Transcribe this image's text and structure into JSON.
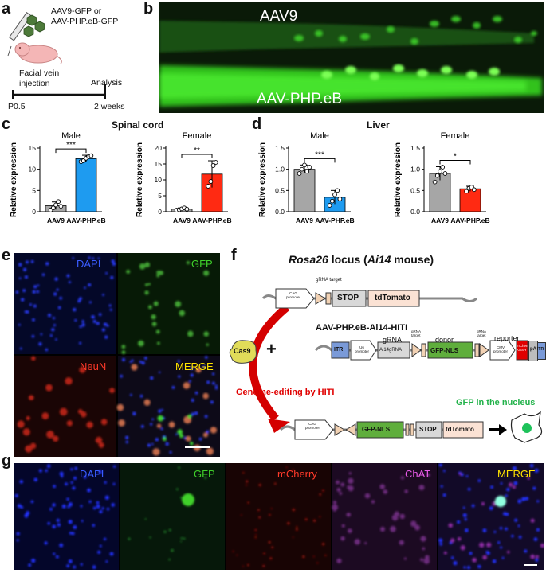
{
  "panels": {
    "a": "a",
    "b": "b",
    "c": "c",
    "d": "d",
    "e": "e",
    "f": "f",
    "g": "g"
  },
  "panel_a": {
    "vectors_line1": "AAV9-GFP or",
    "vectors_line2": "AAV-PHP.eB-GFP",
    "injection_line1": "Facial vein",
    "injection_line2": "injection",
    "analysis": "Analysis",
    "time_start": "P0.5",
    "time_end": "2 weeks"
  },
  "panel_b": {
    "top_label": "AAV9",
    "bottom_label": "AAV-PHP.eB"
  },
  "panel_c_title": "Spinal cord",
  "panel_d_title": "Liver",
  "chart_data": [
    {
      "type": "bar",
      "panel": "c",
      "title": "Male",
      "ylabel": "Relative expression",
      "categories": [
        "AAV9",
        "AAV-PHP.eB"
      ],
      "values": [
        1.4,
        12.5
      ],
      "errors": [
        0.9,
        0.8
      ],
      "ylim": [
        0,
        15
      ],
      "yticks": [
        0,
        5,
        10,
        15
      ],
      "colors": [
        "#a6a6a6",
        "#1e9bf0"
      ],
      "points": [
        [
          0.4,
          0.9,
          1.6,
          2.4,
          1.3
        ],
        [
          11.8,
          12.0,
          12.6,
          13.0,
          13.2
        ]
      ],
      "significance": "***"
    },
    {
      "type": "bar",
      "panel": "c",
      "title": "Female",
      "ylabel": "Relative expression",
      "categories": [
        "AAV9",
        "AAV-PHP.eB"
      ],
      "values": [
        0.8,
        11.8
      ],
      "errors": [
        0.4,
        4.2
      ],
      "ylim": [
        0,
        20
      ],
      "yticks": [
        0,
        5,
        10,
        15,
        20
      ],
      "colors": [
        "#a6a6a6",
        "#ff2a12"
      ],
      "points": [
        [
          0.5,
          0.6,
          0.9,
          1.2,
          0.8
        ],
        [
          8.0,
          9.5,
          14.5,
          15.5
        ]
      ],
      "significance": "**"
    },
    {
      "type": "bar",
      "panel": "d",
      "title": "Male",
      "ylabel": "Relative expression",
      "categories": [
        "AAV9",
        "AAV-PHP.eB"
      ],
      "values": [
        1.0,
        0.34
      ],
      "errors": [
        0.1,
        0.16
      ],
      "ylim": [
        0,
        1.5
      ],
      "yticks": [
        0.0,
        0.5,
        1.0,
        1.5
      ],
      "colors": [
        "#a6a6a6",
        "#1e9bf0"
      ],
      "points": [
        [
          0.9,
          1.0,
          1.1,
          0.95,
          1.05
        ],
        [
          0.15,
          0.25,
          0.4,
          0.5,
          0.3
        ]
      ],
      "significance": "***"
    },
    {
      "type": "bar",
      "panel": "d",
      "title": "Female",
      "ylabel": "Relative expression",
      "categories": [
        "AAV9",
        "AAV-PHP.eB"
      ],
      "values": [
        0.9,
        0.54
      ],
      "errors": [
        0.16,
        0.06
      ],
      "ylim": [
        0,
        1.5
      ],
      "yticks": [
        0.0,
        0.5,
        1.0,
        1.5
      ],
      "colors": [
        "#a6a6a6",
        "#ff2a12"
      ],
      "points": [
        [
          0.7,
          0.85,
          0.95,
          1.05,
          0.9
        ],
        [
          0.48,
          0.55,
          0.58,
          0.52
        ]
      ],
      "significance": "*"
    }
  ],
  "panel_e": {
    "dapi": "DAPI",
    "gfp": "GFP",
    "neun": "NeuN",
    "merge": "MERGE"
  },
  "panel_f": {
    "locus_italic": "Rosa26",
    "locus_mid": " locus (",
    "mouse_italic": "Ai14",
    "mouse_end": " mouse)",
    "grna_target": "gRNA target",
    "cag_line1": "CAG",
    "cag_line2": "promoter",
    "stop": "STOP",
    "tdtomato": "tdTomato",
    "vector_name": "AAV-PHP.eB-Ai14-HITI",
    "cas9": "Cas9",
    "plus": "+",
    "grna": "gRNA",
    "donor": "donor",
    "reporter": "reporter",
    "grna_target_line1": "gRNA",
    "grna_target_line2": "target",
    "itr": "ITR",
    "u6_line1": "U6",
    "u6_line2": "promoter",
    "ai14grna": "Ai14gRNA",
    "gfp_nls": "GFP-NLS",
    "cmv_line1": "CMV",
    "cmv_line2": "promoter",
    "mcherry_line1": "mCherry-",
    "mcherry_line2": "KASH",
    "pa": "pA",
    "genome_editing": "Genome-editing by HITI",
    "nucleus_label": "GFP in the nucleus"
  },
  "panel_g": {
    "dapi": "DAPI",
    "gfp": "GFP",
    "mcherry": "mCherry",
    "chat": "ChAT",
    "merge": "MERGE"
  }
}
